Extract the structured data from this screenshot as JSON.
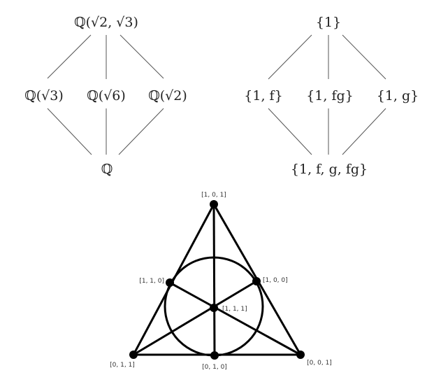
{
  "field_lattice": {
    "top": "ℚ(√2, √3)",
    "left": "ℚ(√3)",
    "middle": "ℚ(√6)",
    "right": "ℚ(√2)",
    "bottom": "ℚ"
  },
  "group_lattice": {
    "top": "{1}",
    "left": "{1, f}",
    "middle": "{1, fg}",
    "right": "{1, g}",
    "bottom": "{1, f, g, fg}"
  },
  "fano_plane": {
    "points": {
      "top": "[1, 0, 1]",
      "upper_left": "[1, 1, 0]",
      "upper_right": "[1, 0, 0]",
      "center": "[1, 1, 1]",
      "bottom_left": "[0, 1, 1]",
      "bottom_middle": "[0, 1, 0]",
      "bottom_right": "[0, 0, 1]"
    }
  }
}
